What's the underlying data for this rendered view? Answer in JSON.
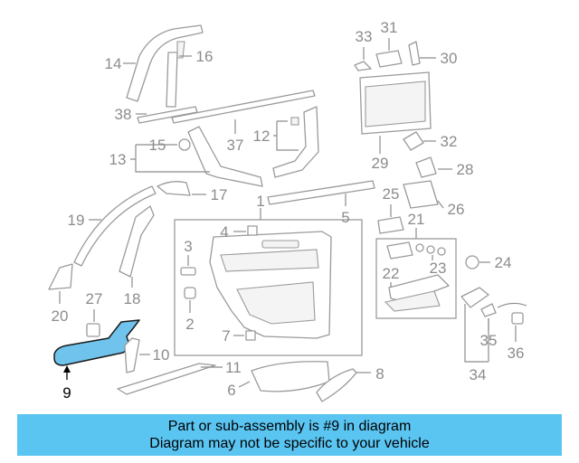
{
  "diagram": {
    "callouts": [
      {
        "id": "c1",
        "label": "1"
      },
      {
        "id": "c2",
        "label": "2"
      },
      {
        "id": "c3",
        "label": "3"
      },
      {
        "id": "c4",
        "label": "4"
      },
      {
        "id": "c5",
        "label": "5"
      },
      {
        "id": "c6",
        "label": "6"
      },
      {
        "id": "c7",
        "label": "7"
      },
      {
        "id": "c8",
        "label": "8"
      },
      {
        "id": "c9",
        "label": "9"
      },
      {
        "id": "c10",
        "label": "10"
      },
      {
        "id": "c11",
        "label": "11"
      },
      {
        "id": "c12",
        "label": "12"
      },
      {
        "id": "c13",
        "label": "13"
      },
      {
        "id": "c14",
        "label": "14"
      },
      {
        "id": "c15",
        "label": "15"
      },
      {
        "id": "c16",
        "label": "16"
      },
      {
        "id": "c17",
        "label": "17"
      },
      {
        "id": "c18",
        "label": "18"
      },
      {
        "id": "c19",
        "label": "19"
      },
      {
        "id": "c20",
        "label": "20"
      },
      {
        "id": "c21",
        "label": "21"
      },
      {
        "id": "c22",
        "label": "22"
      },
      {
        "id": "c23",
        "label": "23"
      },
      {
        "id": "c24",
        "label": "24"
      },
      {
        "id": "c25",
        "label": "25"
      },
      {
        "id": "c26",
        "label": "26"
      },
      {
        "id": "c27",
        "label": "27"
      },
      {
        "id": "c28",
        "label": "28"
      },
      {
        "id": "c29",
        "label": "29"
      },
      {
        "id": "c30",
        "label": "30"
      },
      {
        "id": "c31",
        "label": "31"
      },
      {
        "id": "c32",
        "label": "32"
      },
      {
        "id": "c33",
        "label": "33"
      },
      {
        "id": "c34",
        "label": "34"
      },
      {
        "id": "c35",
        "label": "35"
      },
      {
        "id": "c36",
        "label": "36"
      },
      {
        "id": "c37",
        "label": "37"
      },
      {
        "id": "c38",
        "label": "38"
      }
    ],
    "highlighted_part": "9",
    "highlight_color": "#6fc3ec",
    "line_color": "#8c8c8c"
  },
  "banner": {
    "line1": "Part or sub-assembly is #9 in diagram",
    "line2": "Diagram may not be specific to your vehicle",
    "color": "#5bc5f2"
  }
}
